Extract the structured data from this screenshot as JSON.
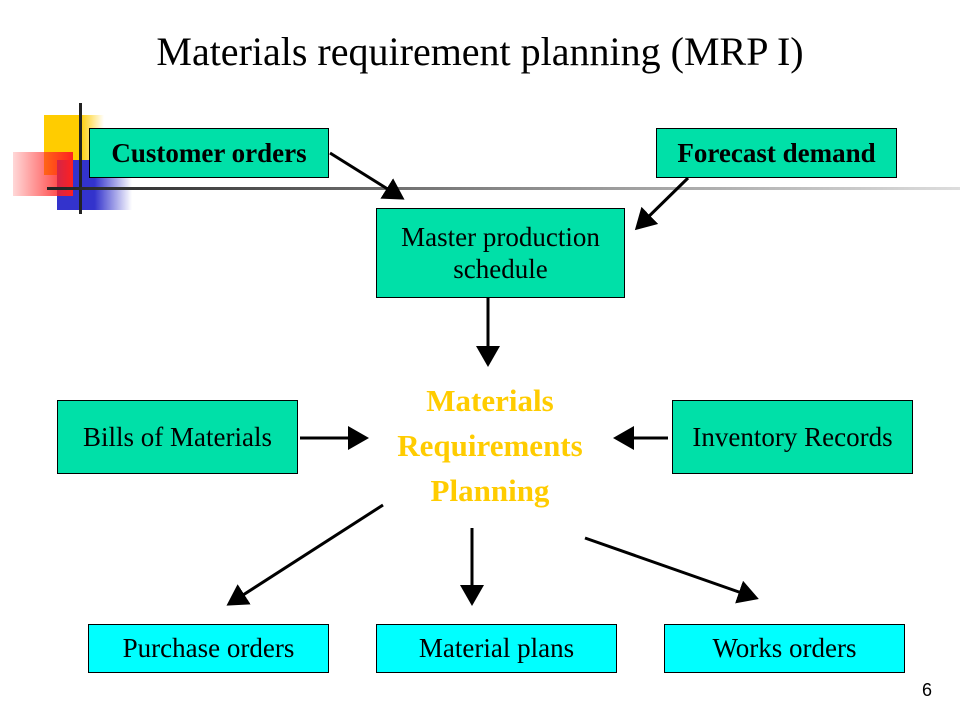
{
  "title": "Materials requirement planning (MRP I)",
  "nodes": {
    "customer_orders": "Customer orders",
    "forecast_demand": "Forecast demand",
    "mps_line1": "Master production",
    "mps_line2": "schedule",
    "bom": "Bills of Materials",
    "inventory": "Inventory Records",
    "mrp_line1": "Materials",
    "mrp_line2": "Requirements",
    "mrp_line3": "Planning",
    "purchase_orders": "Purchase orders",
    "material_plans": "Material plans",
    "works_orders": "Works orders"
  },
  "page_number": "6",
  "colors": {
    "input_box": "#00e0a8",
    "output_box": "#00ffff",
    "mrp_text": "#ffcc00"
  }
}
